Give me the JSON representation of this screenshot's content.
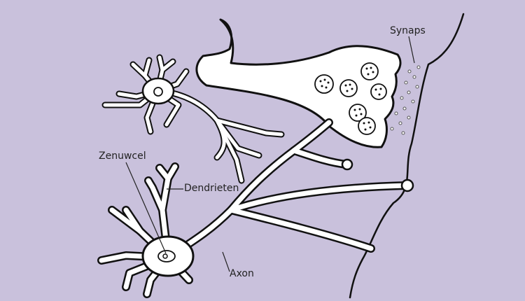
{
  "labels": {
    "synaps": "Synaps",
    "zenuwcel": "Zenuwcel",
    "dendrieten": "Dendrieten",
    "axon": "Axon"
  },
  "colors": {
    "background": "#c9c1dc",
    "cell_fill": "#ffffff",
    "outline": "#111111"
  }
}
